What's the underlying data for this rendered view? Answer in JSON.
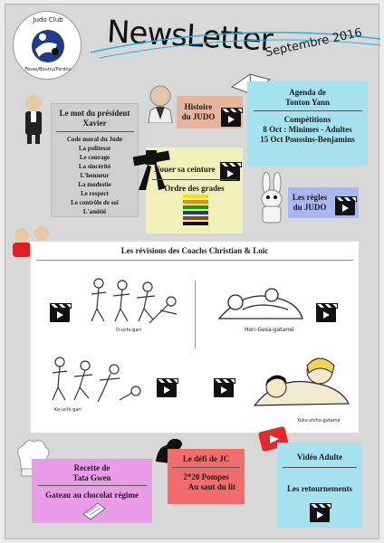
{
  "header": {
    "club_line1": "Judo Club",
    "club_line2": "Fosse/Boutru/Ferdou",
    "title": "NewsLetter",
    "date": "Septembre 2016"
  },
  "president": {
    "title_line1": "Le mot du président",
    "title_line2": "Xavier",
    "list": [
      "Code moral du Judo",
      "La politesse",
      "Le courage",
      "La sincérité",
      "L'honneur",
      "La modestie",
      "Le respect",
      "Le contrôle de soi",
      "L'amitié"
    ]
  },
  "histoire": {
    "line1": "Histoire",
    "line2": "du JUDO"
  },
  "agenda": {
    "title_line1": "Agenda de",
    "title_line2": "Tonton Yann",
    "subtitle": "Compétitions",
    "line1": "8 Oct : Minimes - Adultes",
    "line2": "15 Oct Poussins-Benjamins"
  },
  "ceinture": {
    "title": "Nouer sa ceinture",
    "subtitle": "Ordre des grades",
    "colors": [
      "#f4e200",
      "#f28a00",
      "#16a000",
      "#1e3a9a",
      "#8b4a1c",
      "#111111"
    ]
  },
  "regles": {
    "line1": "Les règles",
    "line2": "du JUDO"
  },
  "revisions": {
    "title": "Les révisions des Coachs Christian & Loic",
    "captions": [
      "O-uchi-gari",
      "Hon-Gesa-gatamé",
      "Ko-uchi-gari",
      "Yoko-shiho-gatamé"
    ]
  },
  "recette": {
    "line1": "Recette de",
    "line2": "Tata Gwen",
    "line3": "Gateau au chocolat régime"
  },
  "defi": {
    "title": "Le défi de JC",
    "line1": "2*20 Pompes",
    "line2": "Au saut du lit"
  },
  "video": {
    "title": "Vidéo Adulte",
    "subtitle": "Les retournements"
  }
}
